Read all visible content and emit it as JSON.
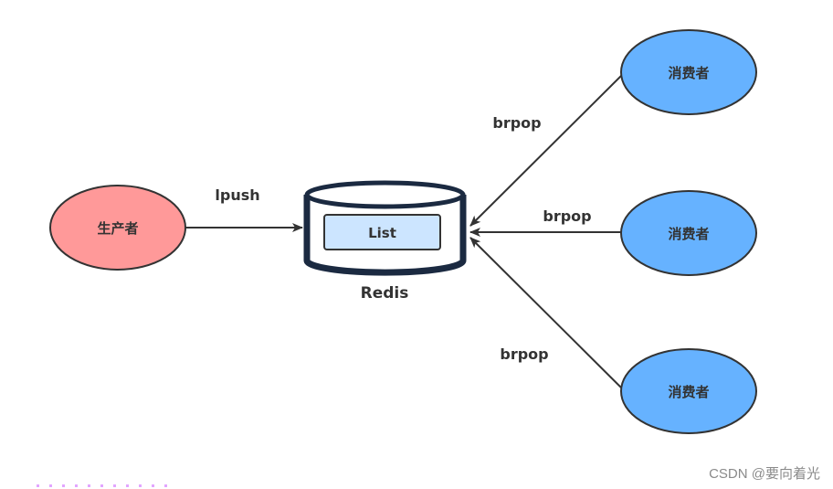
{
  "diagram": {
    "title": "Redis list producer-consumer",
    "colors": {
      "producer_fill": "#FF9999",
      "consumer_fill": "#66B2FF",
      "list_fill": "#CCE5FF",
      "container_stroke": "#1B2A41",
      "edge": "#333333"
    },
    "producer": {
      "label": "生产者"
    },
    "redis": {
      "label": "Redis",
      "inner_label": "List"
    },
    "consumers": [
      {
        "label": "消费者"
      },
      {
        "label": "消费者"
      },
      {
        "label": "消费者"
      }
    ],
    "edges": [
      {
        "from": "producer",
        "to": "redis",
        "label": "lpush"
      },
      {
        "from": "consumer-1",
        "to": "redis",
        "label": "brpop"
      },
      {
        "from": "consumer-2",
        "to": "redis",
        "label": "brpop"
      },
      {
        "from": "consumer-3",
        "to": "redis",
        "label": "brpop"
      }
    ]
  },
  "watermark": "CSDN @要向着光"
}
